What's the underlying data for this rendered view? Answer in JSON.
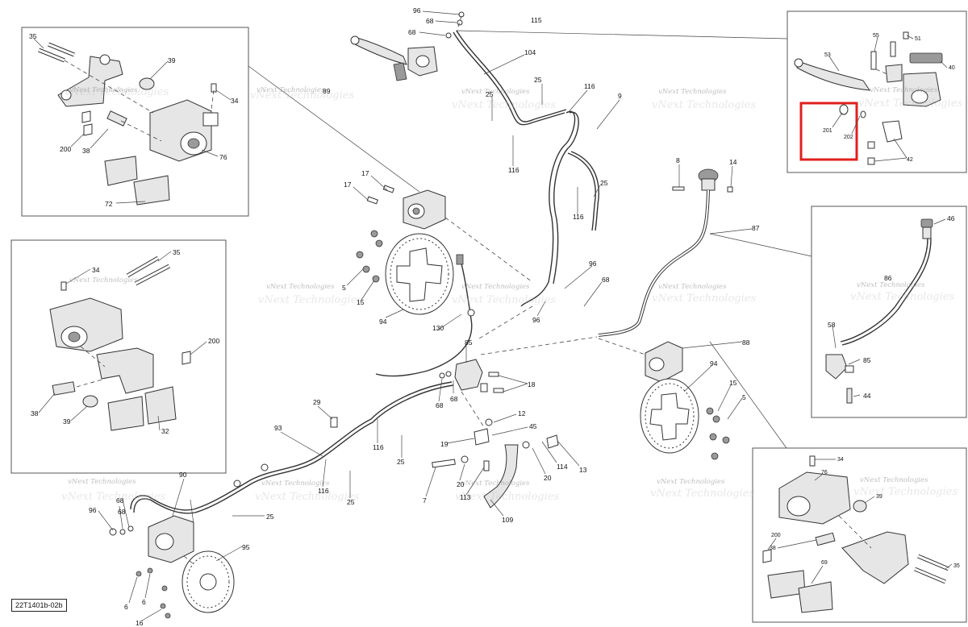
{
  "diagram_ref": "22T1401b-02b",
  "watermark_text": "vNext Technologies",
  "highlight_color": "#e0201e",
  "callouts": [
    {
      "id": "c-96-top",
      "text": "96"
    },
    {
      "id": "c-68-top",
      "text": "68"
    },
    {
      "id": "c-68-top2",
      "text": "68"
    },
    {
      "id": "c-115",
      "text": "115"
    },
    {
      "id": "c-104",
      "text": "104"
    },
    {
      "id": "c-25-a",
      "text": "25"
    },
    {
      "id": "c-25-b",
      "text": "25"
    },
    {
      "id": "c-116-a",
      "text": "116"
    },
    {
      "id": "c-116-b",
      "text": "116"
    },
    {
      "id": "c-9",
      "text": "9"
    },
    {
      "id": "c-116-c",
      "text": "116"
    },
    {
      "id": "c-25-c",
      "text": "25"
    },
    {
      "id": "c-89",
      "text": "89"
    },
    {
      "id": "c-17-a",
      "text": "17"
    },
    {
      "id": "c-17-b",
      "text": "17"
    },
    {
      "id": "c-5-a",
      "text": "5"
    },
    {
      "id": "c-15-a",
      "text": "15"
    },
    {
      "id": "c-94-a",
      "text": "94"
    },
    {
      "id": "c-130",
      "text": "130"
    },
    {
      "id": "c-85-a",
      "text": "85"
    },
    {
      "id": "c-68-m1",
      "text": "68"
    },
    {
      "id": "c-68-m2",
      "text": "68"
    },
    {
      "id": "c-18",
      "text": "18"
    },
    {
      "id": "c-96-m",
      "text": "96"
    },
    {
      "id": "c-96-m2",
      "text": "96"
    },
    {
      "id": "c-68-m3",
      "text": "68"
    },
    {
      "id": "c-8",
      "text": "8"
    },
    {
      "id": "c-14",
      "text": "14"
    },
    {
      "id": "c-87",
      "text": "87"
    },
    {
      "id": "c-88",
      "text": "88"
    },
    {
      "id": "c-94-b",
      "text": "94"
    },
    {
      "id": "c-15-b",
      "text": "15"
    },
    {
      "id": "c-5-b",
      "text": "5"
    },
    {
      "id": "c-12",
      "text": "12"
    },
    {
      "id": "c-45",
      "text": "45"
    },
    {
      "id": "c-19",
      "text": "19"
    },
    {
      "id": "c-114",
      "text": "114"
    },
    {
      "id": "c-13",
      "text": "13"
    },
    {
      "id": "c-20-a",
      "text": "20"
    },
    {
      "id": "c-20-b",
      "text": "20"
    },
    {
      "id": "c-113",
      "text": "113"
    },
    {
      "id": "c-7",
      "text": "7"
    },
    {
      "id": "c-109",
      "text": "109"
    },
    {
      "id": "c-29",
      "text": "29"
    },
    {
      "id": "c-93",
      "text": "93"
    },
    {
      "id": "c-116-d",
      "text": "116"
    },
    {
      "id": "c-25-d",
      "text": "25"
    },
    {
      "id": "c-116-e",
      "text": "116"
    },
    {
      "id": "c-25-e",
      "text": "25"
    },
    {
      "id": "c-25-f",
      "text": "25"
    },
    {
      "id": "c-90",
      "text": "90"
    },
    {
      "id": "c-96-b",
      "text": "96"
    },
    {
      "id": "c-68-b1",
      "text": "68"
    },
    {
      "id": "c-68-b2",
      "text": "68"
    },
    {
      "id": "c-95",
      "text": "95"
    },
    {
      "id": "c-6-a",
      "text": "6"
    },
    {
      "id": "c-6-b",
      "text": "6"
    },
    {
      "id": "c-16",
      "text": "16"
    }
  ],
  "inset_top_left": {
    "callouts": [
      {
        "id": "tl-35",
        "text": "35"
      },
      {
        "id": "tl-39",
        "text": "39"
      },
      {
        "id": "tl-34",
        "text": "34"
      },
      {
        "id": "tl-200",
        "text": "200"
      },
      {
        "id": "tl-38",
        "text": "38"
      },
      {
        "id": "tl-76",
        "text": "76"
      },
      {
        "id": "tl-72",
        "text": "72"
      }
    ]
  },
  "inset_mid_left": {
    "callouts": [
      {
        "id": "ml-35",
        "text": "35"
      },
      {
        "id": "ml-34",
        "text": "34"
      },
      {
        "id": "ml-200",
        "text": "200"
      },
      {
        "id": "ml-38",
        "text": "38"
      },
      {
        "id": "ml-39",
        "text": "39"
      },
      {
        "id": "ml-32",
        "text": "32"
      }
    ]
  },
  "inset_top_right": {
    "callouts": [
      {
        "id": "tr-55",
        "text": "55"
      },
      {
        "id": "tr-51",
        "text": "51"
      },
      {
        "id": "tr-53",
        "text": "53"
      },
      {
        "id": "tr-40",
        "text": "40"
      },
      {
        "id": "tr-201",
        "text": "201"
      },
      {
        "id": "tr-202",
        "text": "202"
      },
      {
        "id": "tr-42",
        "text": "42"
      }
    ]
  },
  "inset_mid_right": {
    "callouts": [
      {
        "id": "mr-46",
        "text": "46"
      },
      {
        "id": "mr-86",
        "text": "86"
      },
      {
        "id": "mr-58",
        "text": "58"
      },
      {
        "id": "mr-85",
        "text": "85"
      },
      {
        "id": "mr-44",
        "text": "44"
      }
    ]
  },
  "inset_bottom_right": {
    "callouts": [
      {
        "id": "br-34",
        "text": "34"
      },
      {
        "id": "br-76",
        "text": "76"
      },
      {
        "id": "br-39",
        "text": "39"
      },
      {
        "id": "br-200",
        "text": "200"
      },
      {
        "id": "br-38",
        "text": "38"
      },
      {
        "id": "br-69",
        "text": "69"
      },
      {
        "id": "br-35",
        "text": "35"
      }
    ]
  }
}
